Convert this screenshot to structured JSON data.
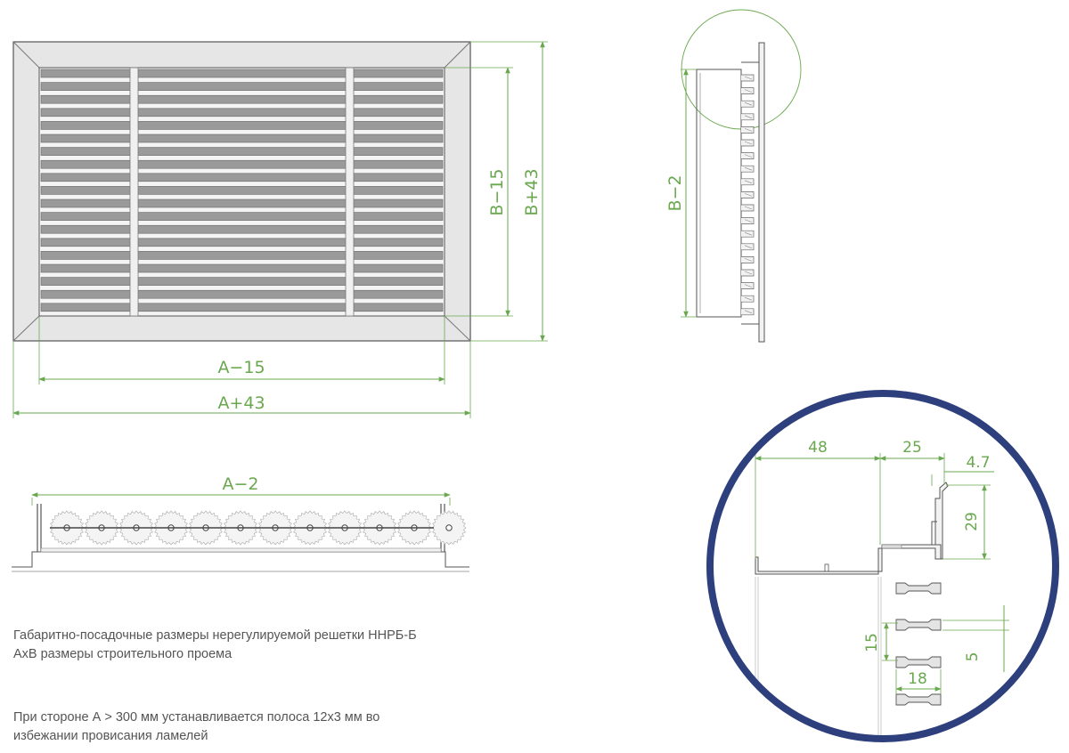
{
  "colors": {
    "dimension": "#6aa84f",
    "outline": "#555555",
    "frame_fill": "#e6e6e6",
    "slat_fill": "#9a9a9a",
    "detail_circle": "#2d3f7c"
  },
  "front_view": {
    "inner_width_label": "A−15",
    "outer_width_label": "A+43",
    "inner_height_label": "B−15",
    "outer_height_label": "B+43"
  },
  "side_view": {
    "height_label": "B−2"
  },
  "bottom_view": {
    "width_label": "A−2"
  },
  "detail": {
    "dim_48": "48",
    "dim_25": "25",
    "dim_4_7": "4.7",
    "dim_29": "29",
    "dim_15": "15",
    "dim_5": "5",
    "dim_18": "18"
  },
  "notes": {
    "line1": "Габаритно-посадочные размеры нерегулируемой решетки ННРБ-Б",
    "line2": "АхВ размеры строительного проема",
    "line3": "При стороне А > 300 мм устанавливается полоса 12х3 мм во",
    "line4": "избежании провисания ламелей"
  }
}
